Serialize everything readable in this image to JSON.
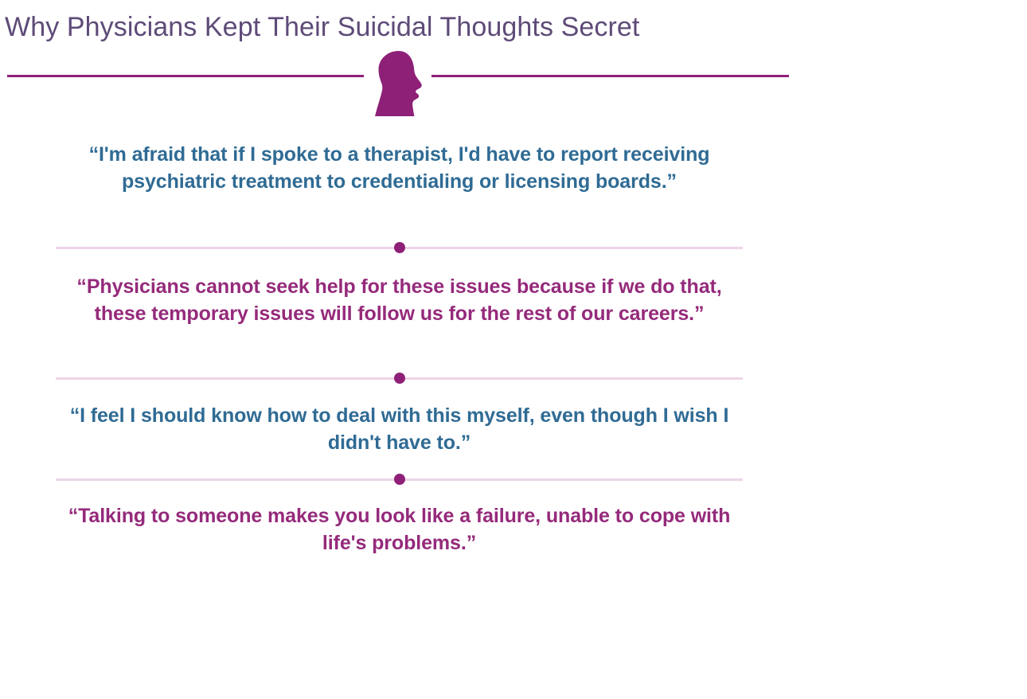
{
  "page": {
    "title": "Why Physicians Kept Their Suicidal Thoughts Secret",
    "background_color": "#ffffff"
  },
  "colors": {
    "title_purple": "#5e4b78",
    "rule_purple": "#8e2078",
    "icon_purple": "#8e2078",
    "quote_blue": "#2f6b94",
    "quote_purple": "#952a7b",
    "divider_pink": "#eed4e6",
    "dot_purple": "#8e2078"
  },
  "header": {
    "icon": "head-silhouette-icon"
  },
  "quotes": [
    {
      "id": "quote-1",
      "color_key": "blue",
      "text": "“I'm afraid that if I spoke to a therapist, I'd have to report receiving psychiatric treatment to credentialing or licensing boards.”"
    },
    {
      "id": "quote-2",
      "color_key": "purple",
      "text": "“Physicians cannot seek help for these issues because if we do that, these temporary issues will follow us for the rest of our careers.”"
    },
    {
      "id": "quote-3",
      "color_key": "blue",
      "text": "“I feel I should know how to deal with this myself, even though I wish I didn't have to.”"
    },
    {
      "id": "quote-4",
      "color_key": "purple",
      "text": "“Talking to someone makes you look like a failure, unable to cope with life's problems.”"
    }
  ]
}
